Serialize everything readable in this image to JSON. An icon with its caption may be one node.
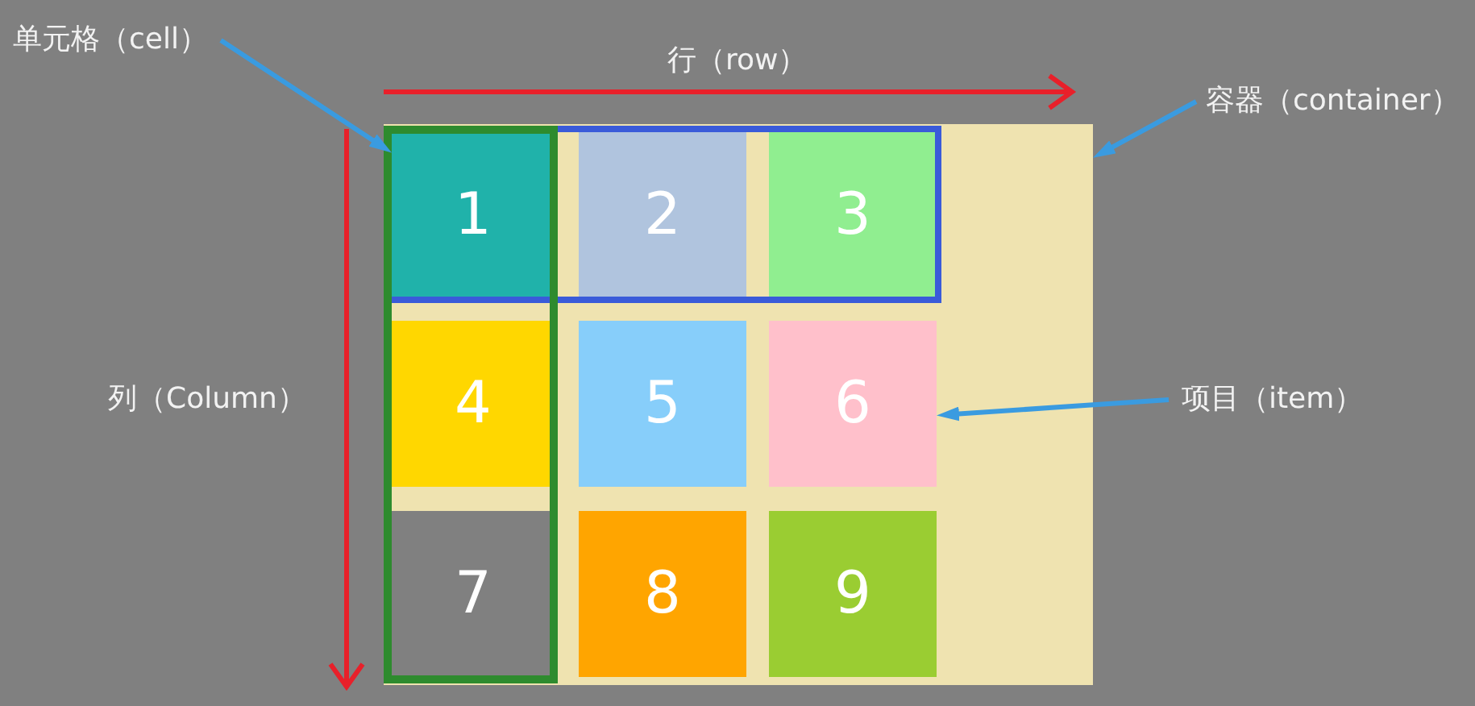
{
  "diagram": {
    "nodes": [
      {
        "text": [
          "单元格（cell）"
        ]
      },
      {
        "text": [
          "容器（container）"
        ]
      },
      {
        "text": [],
        "shape": "box"
      },
      {
        "text": [
          "1"
        ],
        "in": 2
      },
      {
        "text": [
          "2"
        ],
        "in": 2
      },
      {
        "text": [
          "3"
        ],
        "in": 2
      },
      {
        "text": [
          "4"
        ],
        "in": 2
      },
      {
        "text": [
          "5"
        ],
        "in": 2
      },
      {
        "text": [
          "6"
        ],
        "in": 2
      },
      {
        "text": [
          "7"
        ],
        "in": 2
      },
      {
        "text": [
          "8"
        ],
        "in": 2
      },
      {
        "text": [
          "9"
        ],
        "in": 2
      },
      {
        "text": [
          "项目（item）"
        ]
      }
    ],
    "edges": [
      {
        "from": 0,
        "to": 3,
        "arrow": "to"
      },
      {
        "from": 1,
        "to": 2,
        "arrow": "to"
      },
      {
        "from": 12,
        "to": 8,
        "arrow": "to"
      }
    ],
    "labels": [
      "行（row）",
      "列（Column）"
    ]
  }
}
